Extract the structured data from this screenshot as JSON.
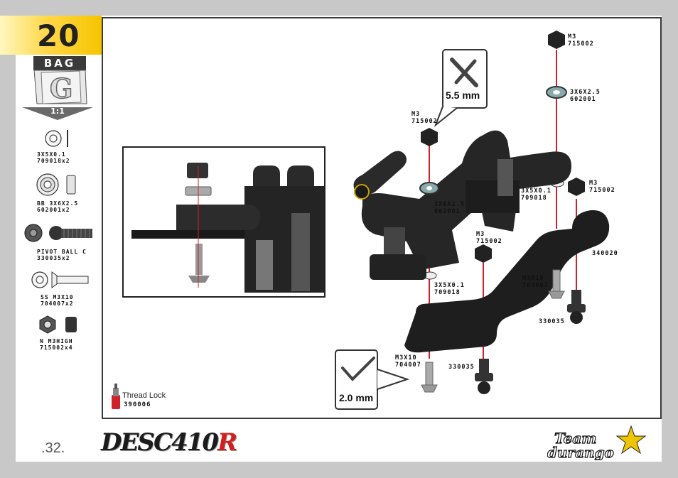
{
  "step": {
    "number": "20"
  },
  "bag": {
    "label": "BAG",
    "letter": "G",
    "scale": "1:1"
  },
  "parts": [
    {
      "name": "3X5X0.1",
      "code": "709018x2"
    },
    {
      "name": "BB 3X6X2.5",
      "code": "602001x2"
    },
    {
      "name": "PIVOT BALL C",
      "code": "330035x2"
    },
    {
      "name": "SS M3X10",
      "code": "704007x2"
    },
    {
      "name": "N M3HIGH",
      "code": "715002x4"
    }
  ],
  "callouts": {
    "m3_top_right": {
      "name": "M3",
      "code": "715002"
    },
    "bearing_right": {
      "name": "3X6X2.5",
      "code": "602001"
    },
    "m3_left": {
      "name": "M3",
      "code": "715002"
    },
    "washer_right": {
      "name": "3X5X0.1",
      "code": "709018"
    },
    "m3_right_mid": {
      "name": "M3",
      "code": "715002"
    },
    "bearing_left": {
      "name": "3X6X2.5",
      "code": "602001"
    },
    "m3_center": {
      "name": "M3",
      "code": "715002"
    },
    "plate": {
      "code": "340020"
    },
    "washer_left": {
      "name": "3X5X0.1",
      "code": "709018"
    },
    "screw_right": {
      "name": "M3X10",
      "code": "704007"
    },
    "ball_right": {
      "code": "330035"
    },
    "screw_left": {
      "name": "M3X10",
      "code": "704007"
    },
    "ball_left": {
      "code": "330035"
    }
  },
  "tools": {
    "wrench": "5.5 mm",
    "hex": "2.0 mm"
  },
  "thread_lock": {
    "label": "Thread Lock",
    "code": "390006"
  },
  "footer": {
    "page": ".32.",
    "brand_main": "DESC410",
    "brand_accent": "R",
    "team": "Team durango"
  },
  "colors": {
    "step_tab": "#f6c400",
    "guide_line": "#d0202a",
    "bag_dark": "#3a3a3a",
    "brand_red": "#d41f1f"
  }
}
